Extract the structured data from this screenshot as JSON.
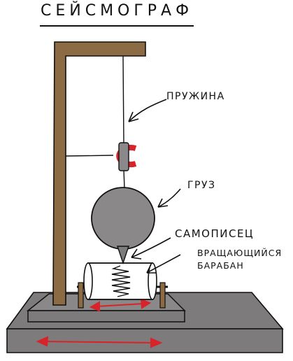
{
  "title": "СЕЙСМОГРАФ",
  "labels": {
    "spring": "ПРУЖИНА",
    "weight": "ГРУЗ",
    "pen": "САМОПИСЕЦ",
    "drum_line1": "ВРАЩАЮЩИЙСЯ",
    "drum_line2": "БАРАБАН"
  },
  "colors": {
    "frame": "#8b6a44",
    "base": "#7d7b7b",
    "weight": "#8a8888",
    "magnet": "#d8232a",
    "arrow": "#d8232a",
    "drum": "#ffffff",
    "ink": "#111111"
  }
}
